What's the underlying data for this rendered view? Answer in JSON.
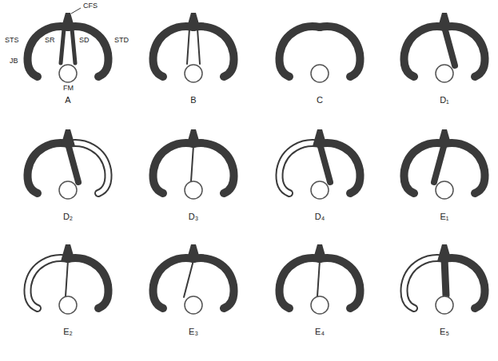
{
  "diagram": {
    "labels": [
      "CFS",
      "STS",
      "SR",
      "SD",
      "STD",
      "JB",
      "FM",
      "A",
      "B",
      "C",
      "D₁",
      "D₂",
      "D₃",
      "D₄",
      "E₁",
      "E₂",
      "E₃",
      "E₄",
      "E₅"
    ]
  }
}
